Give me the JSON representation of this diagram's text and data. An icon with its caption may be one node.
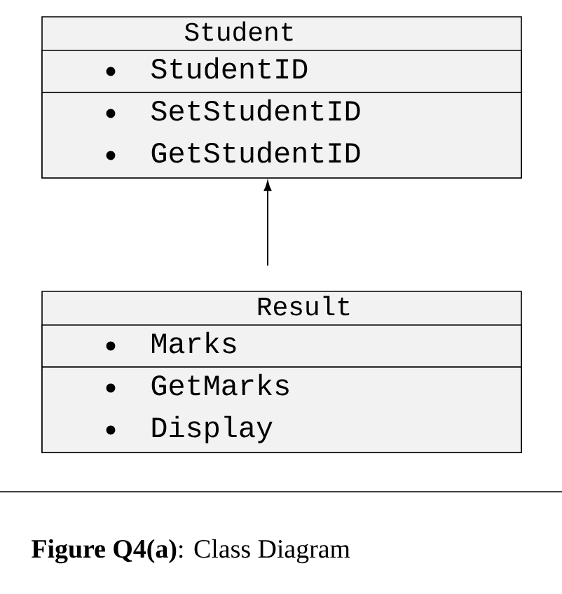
{
  "diagram": {
    "caption": "**Figure Q4(a)**: Class Diagram",
    "nodes": [
      {
        "text": [
          "Student"
        ]
      },
      {
        "text": [
          "StudentID"
        ],
        "in": 0
      },
      {
        "text": [
          "SetStudentID",
          "GetStudentID"
        ],
        "in": 0
      },
      {
        "text": [
          "Result"
        ]
      },
      {
        "text": [
          "Marks"
        ],
        "in": 3
      },
      {
        "text": [
          "GetMarks",
          "Display"
        ],
        "in": 3
      }
    ],
    "edges": [
      {
        "from": 3,
        "to": 0,
        "arrow": "to"
      }
    ]
  }
}
